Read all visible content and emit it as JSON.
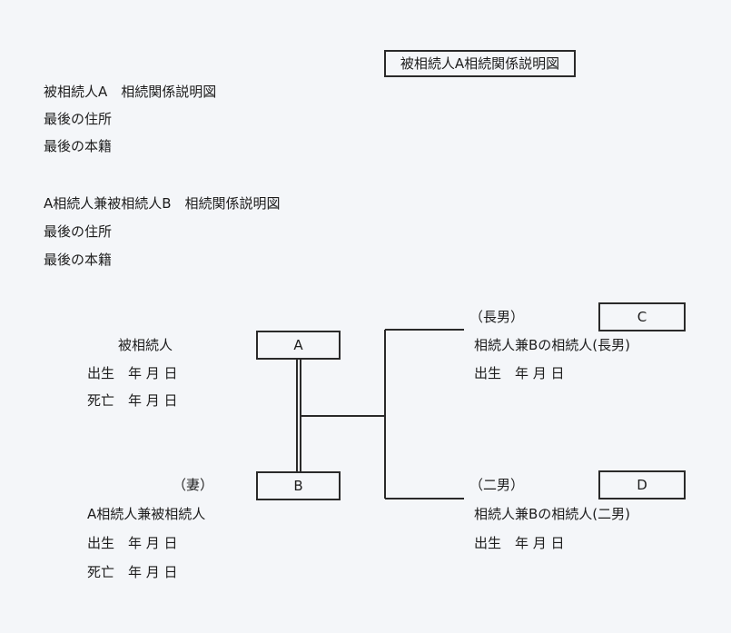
{
  "title_box": "被相続人A相続関係説明図",
  "section_a": {
    "heading": "被相続人A　相続関係説明図",
    "address": "最後の住所",
    "domicile": "最後の本籍"
  },
  "section_b": {
    "heading": "A相続人兼被相続人B　相続関係説明図",
    "address": "最後の住所",
    "domicile": "最後の本籍"
  },
  "person_a": {
    "box": "A",
    "role": "被相続人",
    "birth": "出生　年 月 日",
    "death": "死亡　年 月 日"
  },
  "person_b": {
    "box": "B",
    "relation": "（妻）",
    "role": "A相続人兼被相続人",
    "birth": "出生　年 月 日",
    "death": "死亡　年 月 日"
  },
  "person_c": {
    "box": "C",
    "relation": "（長男）",
    "role": "相続人兼Bの相続人(長男)",
    "birth": "出生　年 月 日"
  },
  "person_d": {
    "box": "D",
    "relation": "（二男）",
    "role": "相続人兼Bの相続人(二男)",
    "birth": "出生　年 月 日"
  },
  "colors": {
    "line": "#2a2a2a",
    "paper": "#f4f6f9"
  }
}
